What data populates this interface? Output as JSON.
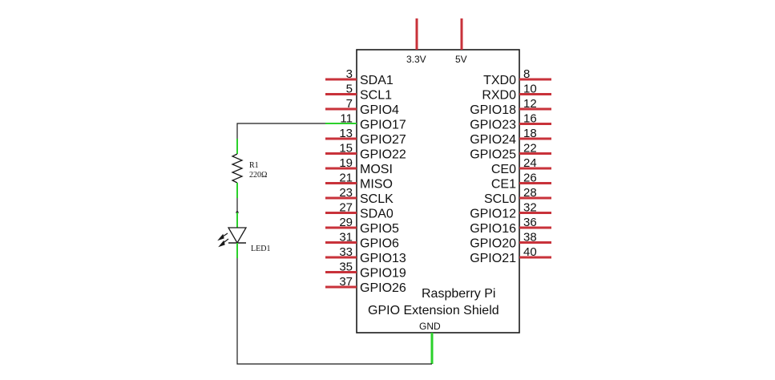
{
  "power_pins": [
    "3.3V",
    "5V"
  ],
  "left_pins": [
    {
      "num": "3",
      "label": "SDA1"
    },
    {
      "num": "5",
      "label": "SCL1"
    },
    {
      "num": "7",
      "label": "GPIO4"
    },
    {
      "num": "11",
      "label": "GPIO17"
    },
    {
      "num": "13",
      "label": "GPIO27"
    },
    {
      "num": "15",
      "label": "GPIO22"
    },
    {
      "num": "19",
      "label": "MOSI"
    },
    {
      "num": "21",
      "label": "MISO"
    },
    {
      "num": "23",
      "label": "SCLK"
    },
    {
      "num": "27",
      "label": "SDA0"
    },
    {
      "num": "29",
      "label": "GPIO5"
    },
    {
      "num": "31",
      "label": "GPIO6"
    },
    {
      "num": "33",
      "label": "GPIO13"
    },
    {
      "num": "35",
      "label": "GPIO19"
    },
    {
      "num": "37",
      "label": "GPIO26"
    }
  ],
  "right_pins": [
    {
      "num": "8",
      "label": "TXD0"
    },
    {
      "num": "10",
      "label": "RXD0"
    },
    {
      "num": "12",
      "label": "GPIO18"
    },
    {
      "num": "16",
      "label": "GPIO23"
    },
    {
      "num": "18",
      "label": "GPIO24"
    },
    {
      "num": "22",
      "label": "GPIO25"
    },
    {
      "num": "24",
      "label": "CE0"
    },
    {
      "num": "26",
      "label": "CE1"
    },
    {
      "num": "28",
      "label": "SCL0"
    },
    {
      "num": "32",
      "label": "GPIO12"
    },
    {
      "num": "36",
      "label": "GPIO16"
    },
    {
      "num": "38",
      "label": "GPIO20"
    },
    {
      "num": "40",
      "label": "GPIO21"
    }
  ],
  "board": {
    "line1": "Raspberry Pi",
    "line2": "GPIO Extension Shield",
    "gnd_label": "GND"
  },
  "resistor": {
    "ref": "R1",
    "value": "220Ω"
  },
  "led": {
    "ref": "LED1"
  },
  "colors": {
    "pin": "#c8323a",
    "wire": "#1a1a1a",
    "connected": "#2bd12b",
    "outline": "#1a1a1a"
  },
  "connected_pin": "GPIO17"
}
